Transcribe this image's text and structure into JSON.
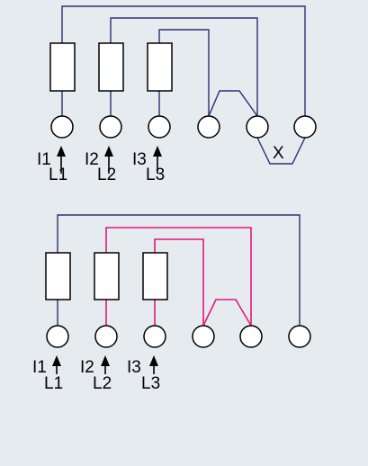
{
  "colors": {
    "background": "#e6ebf0",
    "wire_default": "#2a3170",
    "wire_highlight": "#e0187a",
    "component_fill": "#ffffff",
    "component_stroke": "#000000"
  },
  "diagrams": [
    {
      "id": "top",
      "crossover_label": "X",
      "phases": [
        {
          "current": "I1",
          "line": "L1"
        },
        {
          "current": "I2",
          "line": "L2"
        },
        {
          "current": "I3",
          "line": "L3"
        }
      ]
    },
    {
      "id": "bottom",
      "phases": [
        {
          "current": "I1",
          "line": "L1"
        },
        {
          "current": "I2",
          "line": "L2"
        },
        {
          "current": "I3",
          "line": "L3"
        }
      ]
    }
  ]
}
